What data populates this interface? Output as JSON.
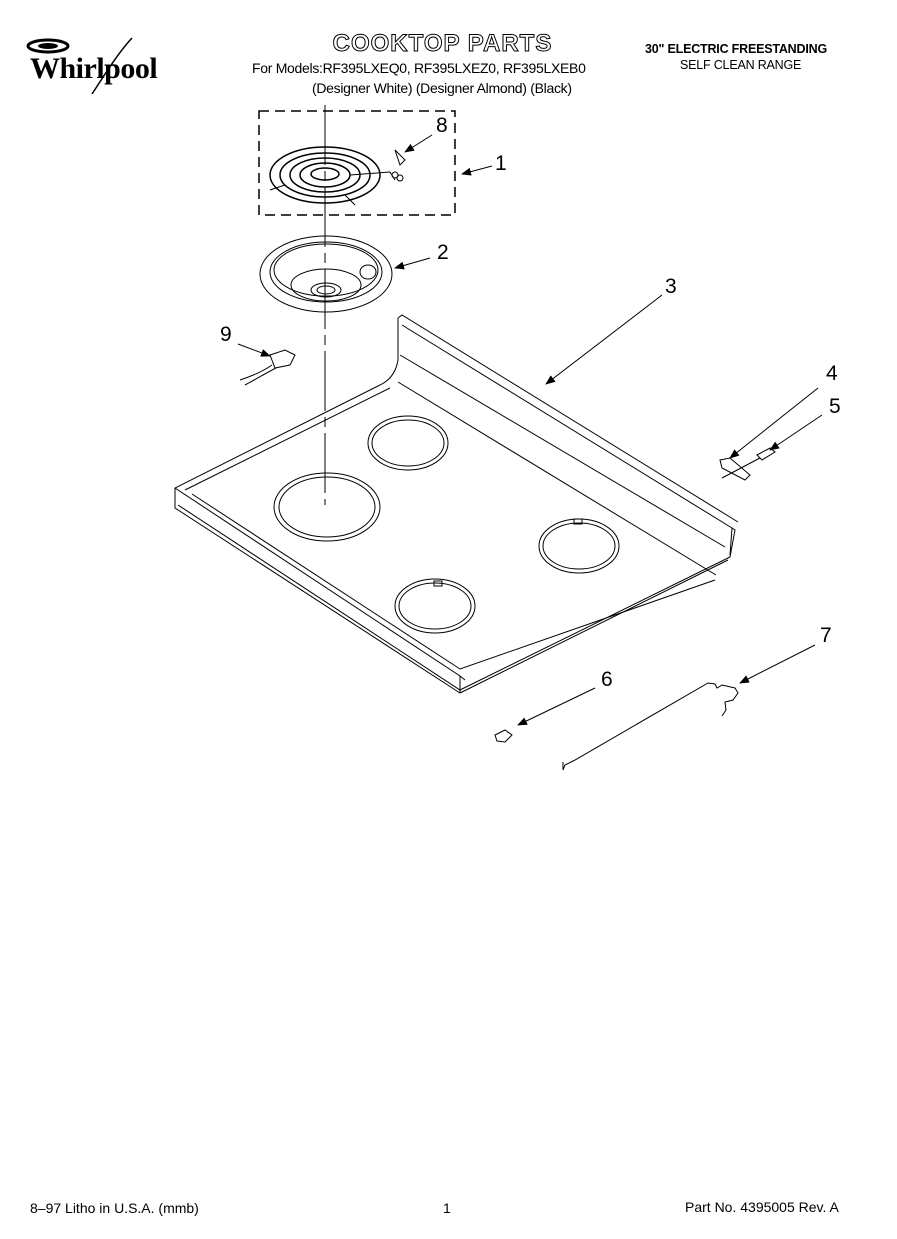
{
  "header": {
    "brand": "Whirlpool",
    "title": "COOKTOP PARTS",
    "models_line": "For Models:RF395LXEQ0, RF395LXEZ0, RF395LXEB0",
    "variants_line": "(Designer White) (Designer Almond)  (Black)",
    "range_line1": "30\" ELECTRIC FREESTANDING",
    "range_line2": "SELF CLEAN RANGE"
  },
  "callouts": [
    {
      "id": "1",
      "label": "1",
      "part": "surface-element-assembly"
    },
    {
      "id": "2",
      "label": "2",
      "part": "drip-bowl"
    },
    {
      "id": "3",
      "label": "3",
      "part": "cooktop"
    },
    {
      "id": "4",
      "label": "4",
      "part": "hinge-bracket"
    },
    {
      "id": "5",
      "label": "5",
      "part": "screw"
    },
    {
      "id": "6",
      "label": "6",
      "part": "clip"
    },
    {
      "id": "7",
      "label": "7",
      "part": "support-rod"
    },
    {
      "id": "8",
      "label": "8",
      "part": "terminal-block"
    },
    {
      "id": "9",
      "label": "9",
      "part": "connector-harness"
    }
  ],
  "footer": {
    "print_info": "8–97 Litho in U.S.A. (mmb)",
    "page_number": "1",
    "part_number": "Part No. 4395005 Rev. A"
  }
}
